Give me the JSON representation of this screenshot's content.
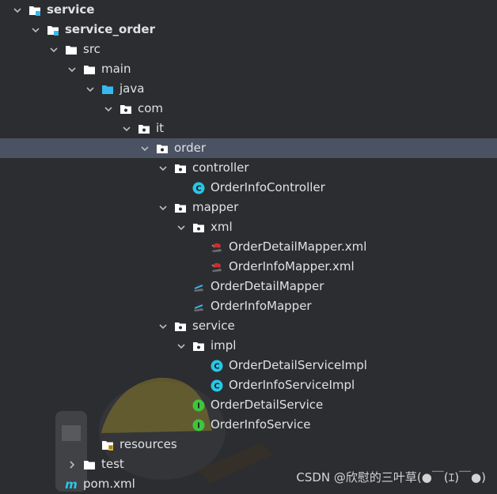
{
  "tree": [
    {
      "label": "service",
      "depth": 0,
      "expanded": true,
      "icon": "module-icon",
      "bold": true
    },
    {
      "label": "service_order",
      "depth": 1,
      "expanded": true,
      "icon": "module-icon",
      "bold": true
    },
    {
      "label": "src",
      "depth": 2,
      "expanded": true,
      "icon": "folder-icon"
    },
    {
      "label": "main",
      "depth": 3,
      "expanded": true,
      "icon": "folder-icon"
    },
    {
      "label": "java",
      "depth": 4,
      "expanded": true,
      "icon": "source-folder-icon"
    },
    {
      "label": "com",
      "depth": 5,
      "expanded": true,
      "icon": "package-icon"
    },
    {
      "label": "it",
      "depth": 6,
      "expanded": true,
      "icon": "package-icon"
    },
    {
      "label": "order",
      "depth": 7,
      "expanded": true,
      "icon": "package-icon",
      "selected": true
    },
    {
      "label": "controller",
      "depth": 8,
      "expanded": true,
      "icon": "package-icon"
    },
    {
      "label": "OrderInfoController",
      "depth": 9,
      "icon": "class-icon"
    },
    {
      "label": "mapper",
      "depth": 8,
      "expanded": true,
      "icon": "package-icon"
    },
    {
      "label": "xml",
      "depth": 9,
      "expanded": true,
      "icon": "package-icon"
    },
    {
      "label": "OrderDetailMapper.xml",
      "depth": 10,
      "icon": "mybatis-xml-icon"
    },
    {
      "label": "OrderInfoMapper.xml",
      "depth": 10,
      "icon": "mybatis-xml-icon"
    },
    {
      "label": "OrderDetailMapper",
      "depth": 9,
      "icon": "mybatis-mapper-icon"
    },
    {
      "label": "OrderInfoMapper",
      "depth": 9,
      "icon": "mybatis-mapper-icon"
    },
    {
      "label": "service",
      "depth": 8,
      "expanded": true,
      "icon": "package-icon"
    },
    {
      "label": "impl",
      "depth": 9,
      "expanded": true,
      "icon": "package-icon"
    },
    {
      "label": "OrderDetailServiceImpl",
      "depth": 10,
      "icon": "class-icon"
    },
    {
      "label": "OrderInfoServiceImpl",
      "depth": 10,
      "icon": "class-icon"
    },
    {
      "label": "OrderDetailService",
      "depth": 9,
      "icon": "interface-icon"
    },
    {
      "label": "OrderInfoService",
      "depth": 9,
      "icon": "interface-icon"
    },
    {
      "label": "resources",
      "depth": 4,
      "icon": "resources-folder-icon"
    },
    {
      "label": "test",
      "depth": 3,
      "expanded": false,
      "icon": "folder-icon"
    },
    {
      "label": "pom.xml",
      "depth": 2,
      "icon": "maven-icon"
    }
  ],
  "watermark": "CSDN @欣慰的三叶草(●￣(ｴ)￣●)",
  "colors": {
    "background": "#2b2d30",
    "selection": "#4b5263",
    "text": "#dfe1e5",
    "class": "#27c7e8",
    "interface": "#3ec53e",
    "source": "#35b9f0"
  }
}
